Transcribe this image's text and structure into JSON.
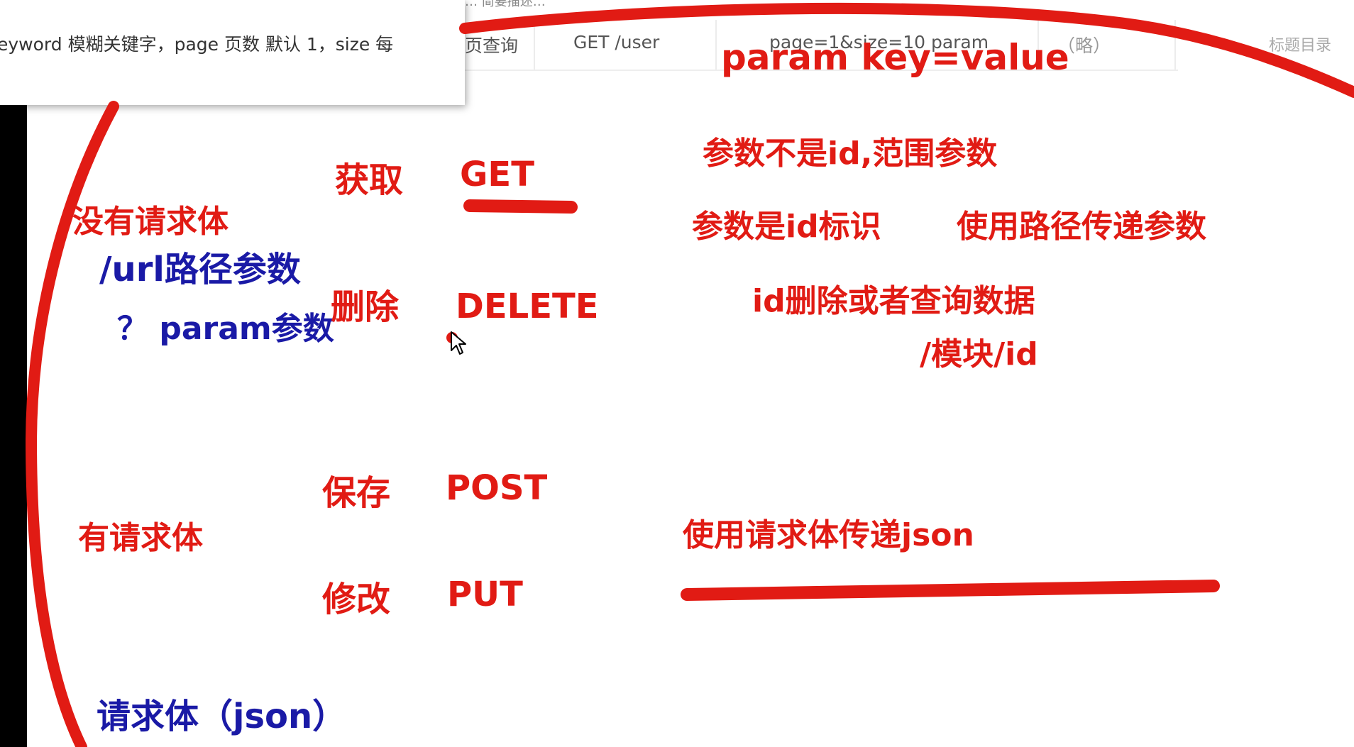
{
  "tooltip": {
    "text": "eyword 模糊关键字，page 页数 默认 1，size 每"
  },
  "header_stub": "… 简要描述…",
  "table_row": {
    "cell_query": "页查询",
    "cell_method": "GET  /user",
    "cell_params": "page=1&size=10 param",
    "cell_note": "（略）"
  },
  "toc_label": "标题目录",
  "annotations": {
    "param_kv": "param  key=value",
    "get_cn": "获取",
    "get_en": "GET",
    "delete_cn": "删除",
    "delete_en": "DELETE",
    "post_cn": "保存",
    "post_en": "POST",
    "put_cn": "修改",
    "put_en": "PUT",
    "no_body": "没有请求体",
    "has_body": "有请求体",
    "url_path": "/url路径参数",
    "query_param": "？ param参数",
    "body_json": "请求体（json）",
    "not_id": "参数不是id,范围参数",
    "is_id": "参数是id标识",
    "path_pass": "使用路径传递参数",
    "id_delete_query": "id删除或者查询数据",
    "module_id": "/模块/id",
    "body_json_pass": "使用请求体传递json"
  },
  "colors": {
    "annotation_red": "#e11b14",
    "annotation_blue": "#1a1aa6"
  }
}
